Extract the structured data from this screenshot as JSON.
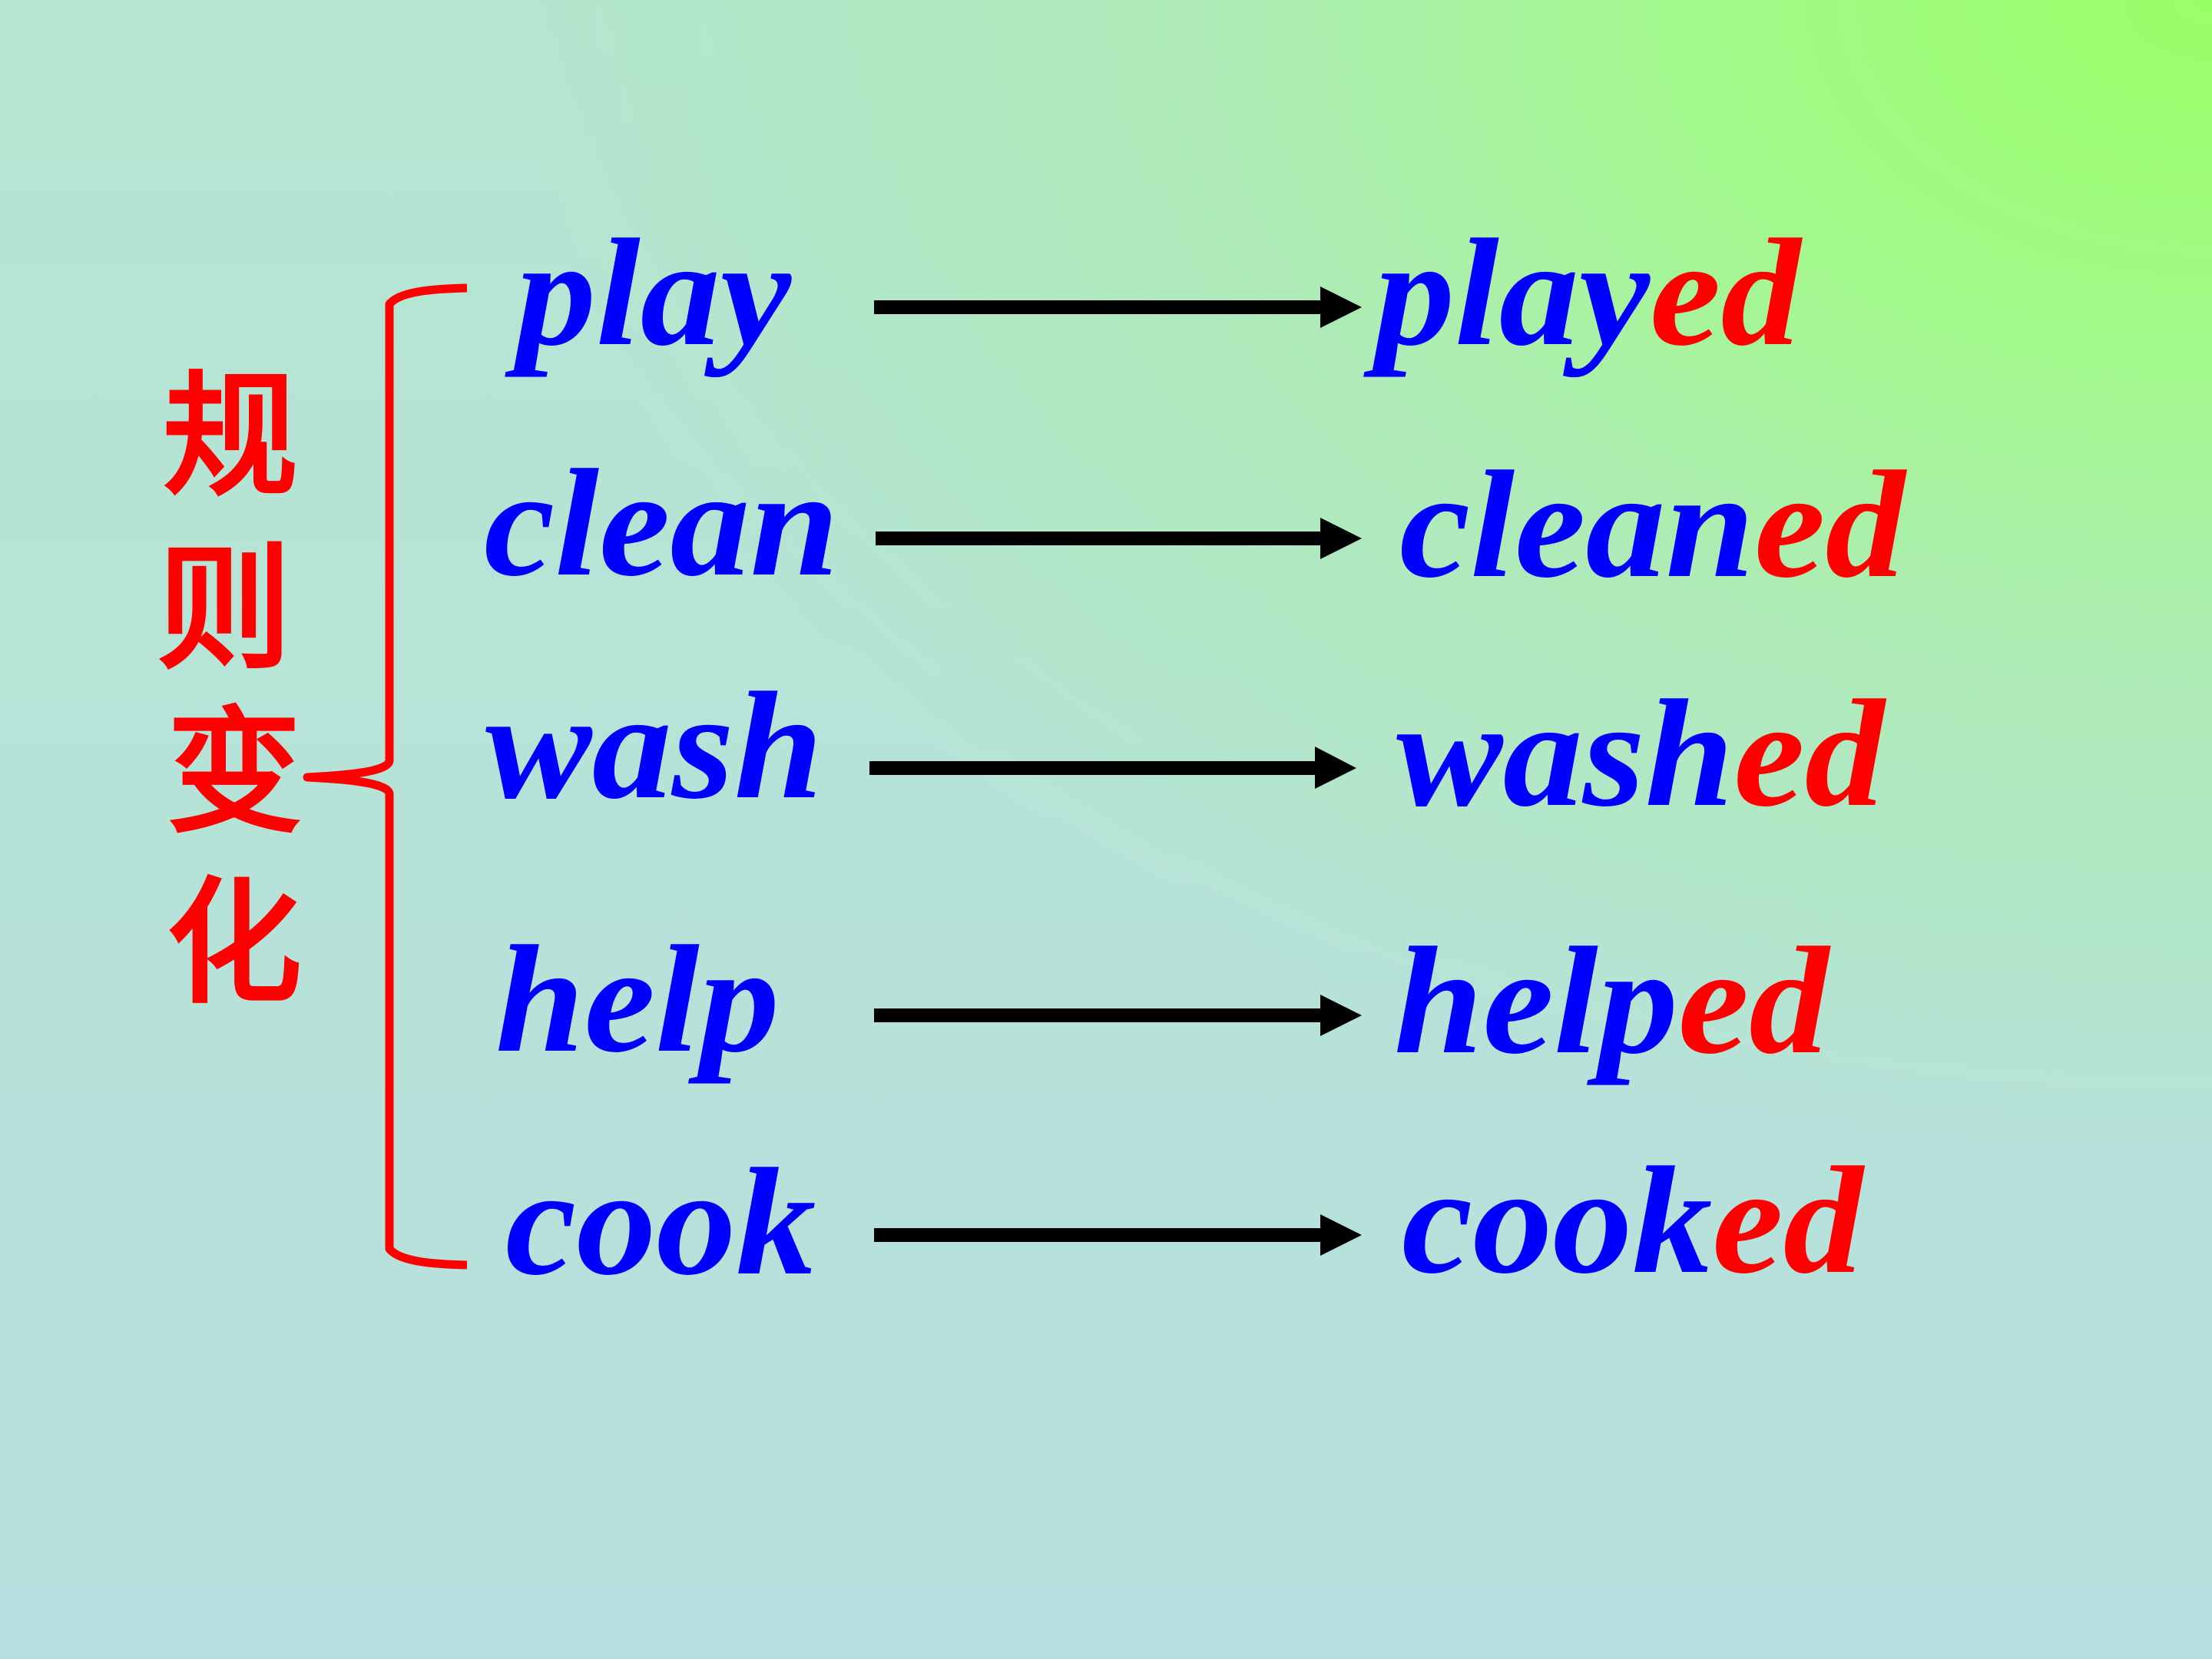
{
  "slide": {
    "label_chars": [
      "规",
      "则",
      "变",
      "化"
    ],
    "label_text": "规则变化",
    "rows": [
      {
        "base": "play",
        "past_stem": "play",
        "suffix": "ed",
        "past": "played"
      },
      {
        "base": "clean",
        "past_stem": "clean",
        "suffix": "ed",
        "past": "cleaned"
      },
      {
        "base": "wash",
        "past_stem": "wash",
        "suffix": "ed",
        "past": "washed"
      },
      {
        "base": "help",
        "past_stem": "help",
        "suffix": "ed",
        "past": "helped"
      },
      {
        "base": "cook",
        "past_stem": "cook",
        "suffix": "ed",
        "past": "cooked"
      }
    ]
  },
  "colors": {
    "word_blue": "#0000FF",
    "suffix_red": "#FF0000",
    "label_red": "#FF0000",
    "arrow_black": "#000000",
    "bg_teal": "#B8E0E0",
    "bg_green": "#99FF66"
  }
}
